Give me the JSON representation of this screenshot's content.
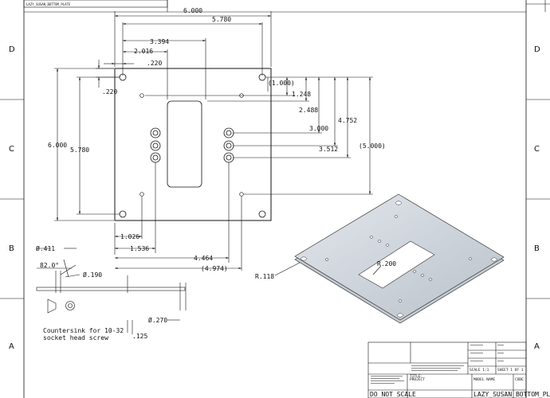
{
  "top_tab": "LAZY_SUSAN_BOTTOM_PLATE",
  "zones": {
    "left": [
      "D",
      "C",
      "B",
      "A"
    ],
    "right": [
      "D",
      "C",
      "B",
      "A"
    ]
  },
  "dimensions": {
    "d_6_000_top": "6.000",
    "d_5_780_top": "5.780",
    "d_3_394": "3.394",
    "d_2_016": "2.016",
    "d_220_top": ".220",
    "d_220_left": ".220",
    "d_1_000": "(1.000)",
    "d_1_248": "1.248",
    "d_2_488": "2.488",
    "d_3_000": "3.000",
    "d_3_512": "3.512",
    "d_4_752": "4.752",
    "d_5_000": "(5.000)",
    "d_6_000_left": "6.000",
    "d_5_780_left": "5.780",
    "d_1_026": "1.026",
    "d_1_536": "1.536",
    "d_4_464": "4.464",
    "d_4_974": "(4.974)",
    "d_r118": "R.118",
    "d_r200": "R.200",
    "d_dia411": "Ø.411",
    "d_angle": "82.0°",
    "d_dia190": "Ø.190",
    "d_dia270": "Ø.270",
    "d_125": ".125"
  },
  "notes": {
    "countersink_line1": "Countersink for 10-32",
    "countersink_line2": "socket head screw"
  },
  "title_block": {
    "scale": "SCALE 1:1",
    "sheet": "SHEET 1 OF 1",
    "do_not_scale": "DO NOT SCALE",
    "title_label": "TITLE:",
    "project_label": "PROJECT",
    "model_name_label": "MODEL NAME",
    "code_label": "CODE",
    "model_name": "LAZY_SUSAN_BOTTOM_PLA"
  }
}
